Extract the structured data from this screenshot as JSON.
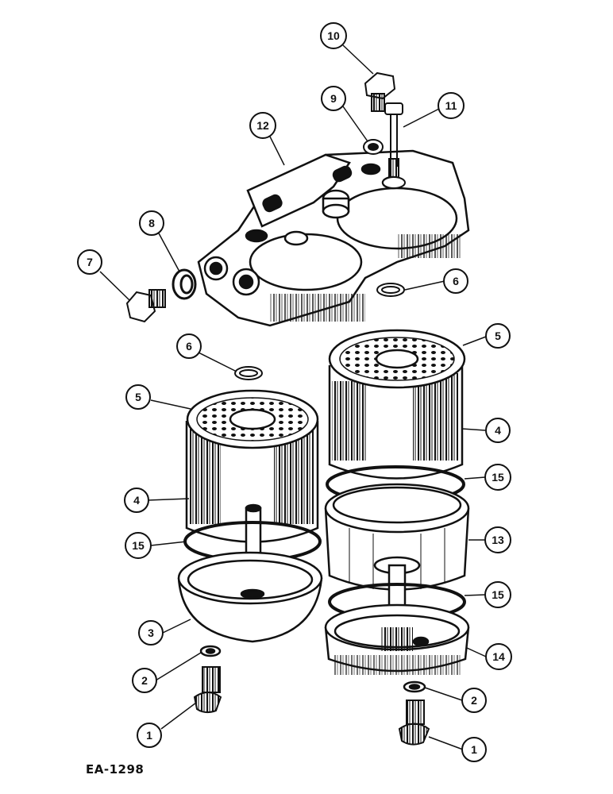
{
  "figure_code": "EA-1298",
  "callouts": [
    {
      "id": "c10a",
      "text": "10"
    },
    {
      "id": "c9",
      "text": "9"
    },
    {
      "id": "c11",
      "text": "11"
    },
    {
      "id": "c12",
      "text": "12"
    },
    {
      "id": "c8",
      "text": "8"
    },
    {
      "id": "c7",
      "text": "7"
    },
    {
      "id": "c6a",
      "text": "6"
    },
    {
      "id": "c6b",
      "text": "6"
    },
    {
      "id": "c5a",
      "text": "5"
    },
    {
      "id": "c5b",
      "text": "5"
    },
    {
      "id": "c4a",
      "text": "4"
    },
    {
      "id": "c4b",
      "text": "4"
    },
    {
      "id": "c15a",
      "text": "15"
    },
    {
      "id": "c15b",
      "text": "15"
    },
    {
      "id": "c15c",
      "text": "15"
    },
    {
      "id": "c13",
      "text": "13"
    },
    {
      "id": "c3",
      "text": "3"
    },
    {
      "id": "c14",
      "text": "14"
    },
    {
      "id": "c2a",
      "text": "2"
    },
    {
      "id": "c2b",
      "text": "2"
    },
    {
      "id": "c1a",
      "text": "1"
    },
    {
      "id": "c1b",
      "text": "1"
    }
  ]
}
